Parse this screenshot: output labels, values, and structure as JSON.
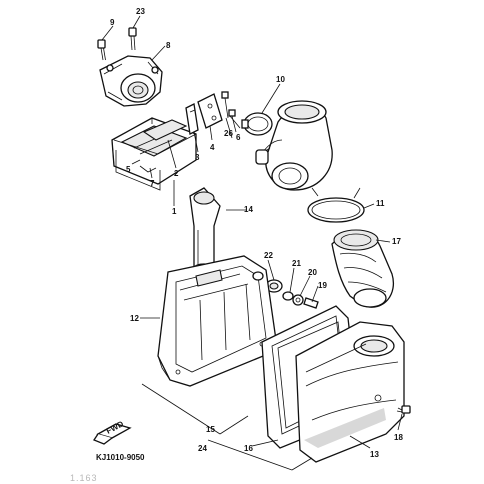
{
  "diagram": {
    "code": "KJ1010-9050",
    "footer_faint": "1.163",
    "arrow_label": "FWD",
    "callouts": {
      "c1": "1",
      "c2": "2",
      "c3": "3",
      "c4": "4",
      "c5": "5",
      "c6": "6",
      "c7": "7",
      "c8": "8",
      "c9": "9",
      "c10": "10",
      "c11": "11",
      "c12": "12",
      "c13": "13",
      "c14": "14",
      "c15": "15",
      "c16": "16",
      "c17": "17",
      "c18": "18",
      "c19": "19",
      "c20": "20",
      "c21": "21",
      "c22": "22",
      "c23": "23",
      "c24": "24",
      "c26": "26"
    }
  },
  "colors": {
    "ink": "#111111",
    "paper": "#ffffff",
    "faint": "#b8b8b8"
  }
}
